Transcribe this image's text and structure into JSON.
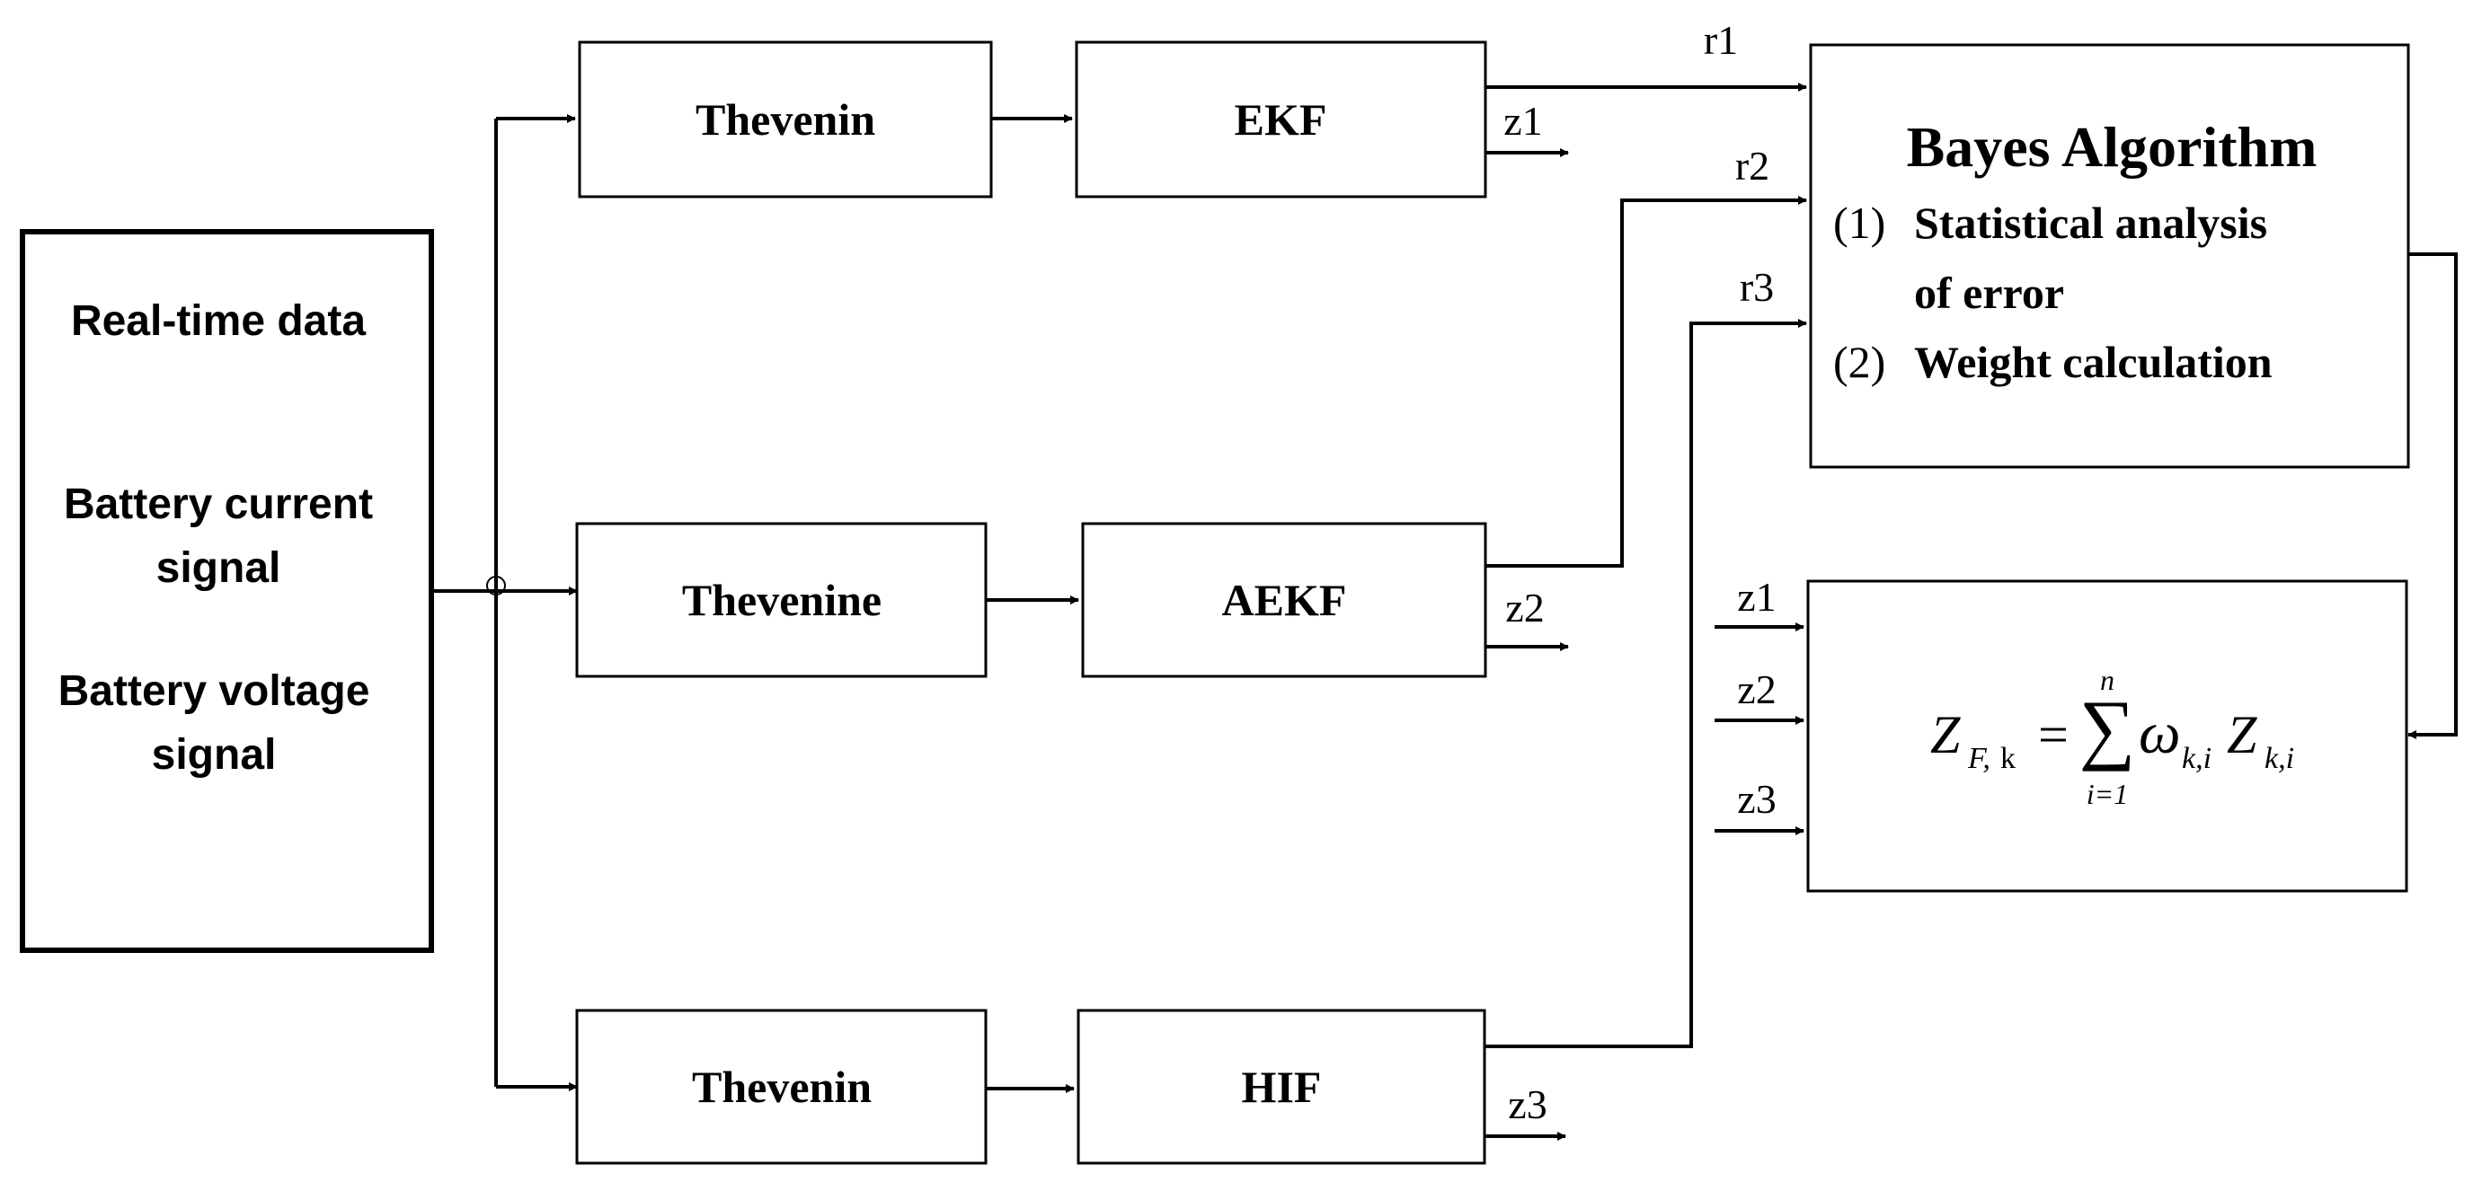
{
  "input_block": {
    "line1": "Real-time data",
    "line2a": "Battery current",
    "line2b": "signal",
    "line3a": "Battery voltage",
    "line3b": "signal"
  },
  "model_blocks": [
    "Thevenin",
    "Thevenine",
    "Thevenin"
  ],
  "filter_blocks": [
    "EKF",
    "AEKF",
    "HIF"
  ],
  "signals": {
    "r1": "r1",
    "r2": "r2",
    "r3": "r3",
    "z1": "z1",
    "z2": "z2",
    "z3": "z3"
  },
  "bayes_block": {
    "title": "Bayes Algorithm",
    "item1_marker": "(1)",
    "item1_line1": "Statistical analysis",
    "item1_line2": "of error",
    "item2_marker": "(2)",
    "item2_text": "Weight calculation"
  },
  "fusion_block": {
    "lhs_main": "Z",
    "lhs_sub": "F,",
    "lhs_sub2": "k",
    "equals": "=",
    "sum_upper": "n",
    "sum_lower": "i=1",
    "sum_symbol": "∑",
    "omega": "ω",
    "omega_sub": "k,i",
    "z_main": "Z",
    "z_sub": "k,i"
  }
}
